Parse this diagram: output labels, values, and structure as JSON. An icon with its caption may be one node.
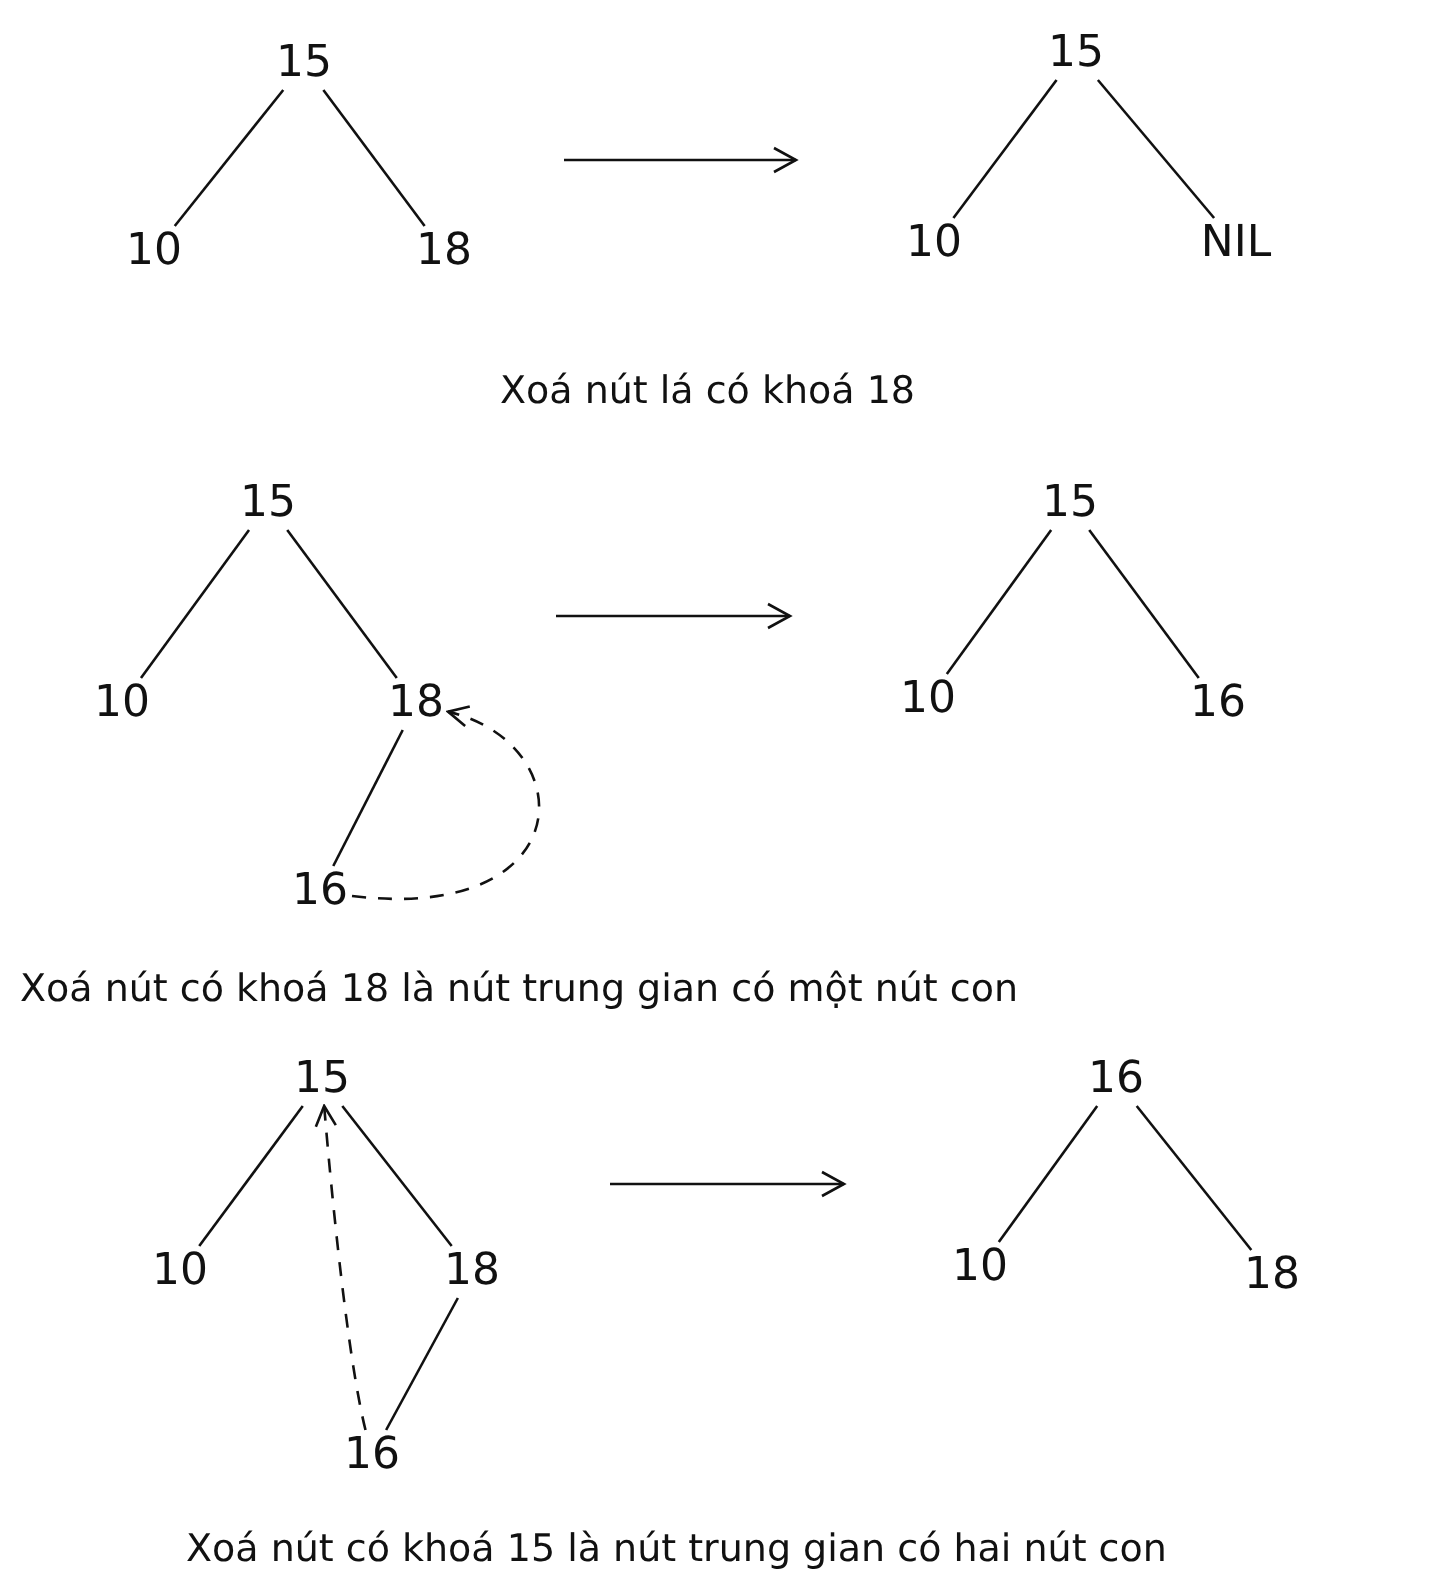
{
  "diagram": {
    "nodes": [
      {
        "text": [
          "15"
        ]
      },
      {
        "text": [
          "10"
        ]
      },
      {
        "text": [
          "18"
        ]
      },
      {
        "text": [
          "15"
        ]
      },
      {
        "text": [
          "10"
        ]
      },
      {
        "text": [
          "NIL"
        ]
      },
      {
        "text": [
          "15"
        ]
      },
      {
        "text": [
          "10"
        ]
      },
      {
        "text": [
          "18"
        ]
      },
      {
        "text": [
          "16"
        ]
      },
      {
        "text": [
          "15"
        ]
      },
      {
        "text": [
          "10"
        ]
      },
      {
        "text": [
          "16"
        ]
      },
      {
        "text": [
          "15"
        ]
      },
      {
        "text": [
          "10"
        ]
      },
      {
        "text": [
          "18"
        ]
      },
      {
        "text": [
          "16"
        ]
      },
      {
        "text": [
          "16"
        ]
      },
      {
        "text": [
          "10"
        ]
      },
      {
        "text": [
          "18"
        ]
      }
    ],
    "edges": [
      {
        "from": 0,
        "to": 1,
        "arrow": "none"
      },
      {
        "from": 0,
        "to": 2,
        "arrow": "none"
      },
      {
        "from": 3,
        "to": 4,
        "arrow": "none"
      },
      {
        "from": 3,
        "to": 5,
        "arrow": "none"
      },
      {
        "from": 6,
        "to": 7,
        "arrow": "none"
      },
      {
        "from": 6,
        "to": 8,
        "arrow": "none"
      },
      {
        "from": 8,
        "to": 9,
        "arrow": "none"
      },
      {
        "from": 9,
        "to": 8,
        "arrow": "to",
        "style": "dashed"
      },
      {
        "from": 10,
        "to": 11,
        "arrow": "none"
      },
      {
        "from": 10,
        "to": 12,
        "arrow": "none"
      },
      {
        "from": 13,
        "to": 14,
        "arrow": "none"
      },
      {
        "from": 13,
        "to": 15,
        "arrow": "none"
      },
      {
        "from": 15,
        "to": 16,
        "arrow": "none"
      },
      {
        "from": 16,
        "to": 13,
        "arrow": "to",
        "style": "dashed"
      },
      {
        "from": 17,
        "to": 18,
        "arrow": "none"
      },
      {
        "from": 17,
        "to": 19,
        "arrow": "none"
      }
    ],
    "labels": [
      "Xoá nút lá có khoá 18",
      "Xoá nút có khoá 18 là nút trung gian có một nút con",
      "Xoá nút có khoá 15 là nút trung gian có hai nút con"
    ]
  }
}
